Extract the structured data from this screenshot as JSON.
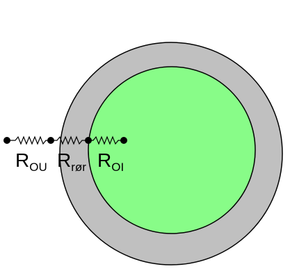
{
  "colors": {
    "outer_ring": "#c0c0c0",
    "inner_fluid": "#88fc88",
    "stroke": "#000000",
    "node": "#000000"
  },
  "labels": {
    "r_ou": {
      "main": "R",
      "sub": "OU"
    },
    "r_ror": {
      "main": "R",
      "sub": "rør"
    },
    "r_oi": {
      "main": "R",
      "sub": "OI"
    }
  }
}
